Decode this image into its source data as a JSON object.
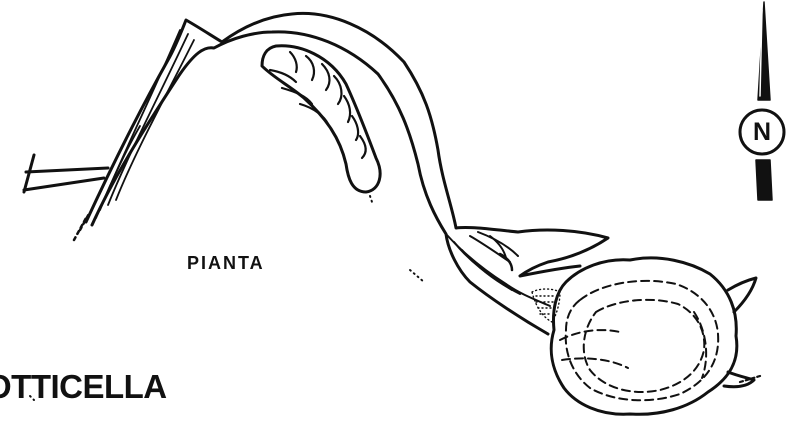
{
  "labels": {
    "plan": "PIANTA",
    "chamber_name": "OTTICELLA"
  },
  "north_arrow": {
    "letter": "N"
  },
  "colors": {
    "ink": "#111111",
    "paper": "#ffffff"
  }
}
